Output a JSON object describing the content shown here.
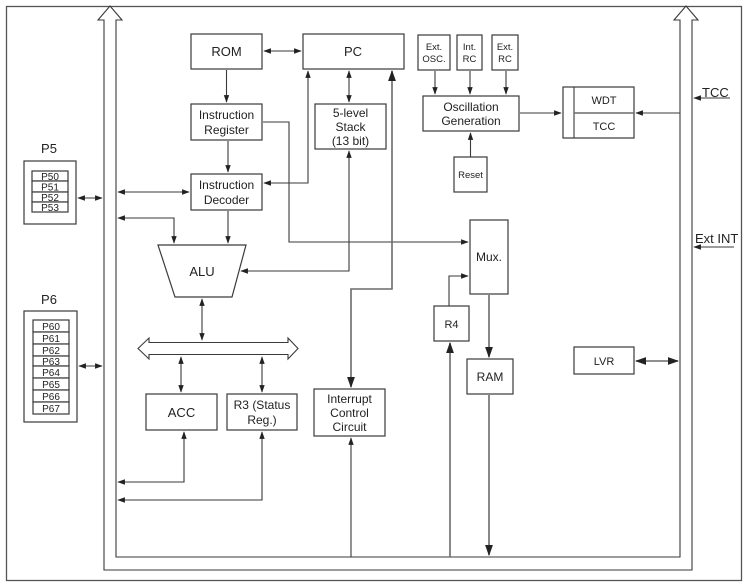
{
  "diagram": {
    "blocks": {
      "rom": "ROM",
      "pc": "PC",
      "instruction_register": [
        "Instruction",
        "Register"
      ],
      "instruction_decoder": [
        "Instruction",
        "Decoder"
      ],
      "stack": [
        "5-level",
        "Stack",
        "(13 bit)"
      ],
      "alu": "ALU",
      "acc": "ACC",
      "r3": [
        "R3 (Status",
        "Reg.)"
      ],
      "interrupt": [
        "Interrupt",
        "Control",
        "Circuit"
      ],
      "ext_osc": [
        "Ext.",
        "OSC."
      ],
      "int_rc": [
        "Int.",
        "RC"
      ],
      "ext_rc": [
        "Ext.",
        "RC"
      ],
      "oscillation": [
        "Oscillation",
        "Generation"
      ],
      "reset": "Reset",
      "wdt": "WDT",
      "tcc_block": "TCC",
      "mux": "Mux.",
      "r4": "R4",
      "ram": "RAM",
      "lvr": "LVR"
    },
    "ports": {
      "p5": {
        "label": "P5",
        "pins": [
          "P50",
          "P51",
          "P52",
          "P53"
        ]
      },
      "p6": {
        "label": "P6",
        "pins": [
          "P60",
          "P61",
          "P62",
          "P63",
          "P64",
          "P65",
          "P66",
          "P67"
        ]
      }
    },
    "external_inputs": {
      "tcc": "TCC",
      "ext_int": "Ext INT"
    }
  }
}
